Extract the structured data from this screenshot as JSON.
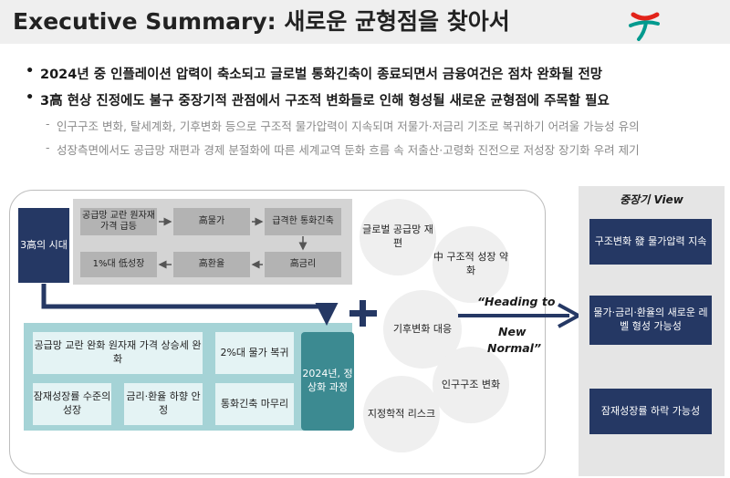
{
  "header": {
    "title": "Executive Summary: 새로운 균형점을 찾아서"
  },
  "bullets": [
    "2024년 중 인플레이션 압력이 축소되고 글로벌 통화긴축이 종료되면서 금융여건은 점차 완화될 전망",
    "3高 현상 진정에도 불구 중장기적 관점에서 구조적 변화들로 인해 형성될 새로운 균형점에 주목할 필요"
  ],
  "sub_bullets": [
    "인구구조 변화, 탈세계화, 기후변화 등으로 구조적 물가압력이 지속되며 저물가·저금리 기조로 복귀하기 어려울 가능성 유의",
    "성장측면에서도 공급망 재편과 경제 분절화에 따른 세계교역 둔화 흐름 속 저출산·고령화 진전으로 저성장 장기화 우려 제기"
  ],
  "diagram": {
    "era": "3高의 시대",
    "cycle": {
      "supply": "공급망 교란 원자재 가격 급등",
      "high_price": "高물가",
      "tightening": "급격한 통화긴축",
      "high_rate": "高금리",
      "high_fx": "高환율",
      "low_growth": "1%대 低성장"
    },
    "normalization": {
      "supply_ease": "공급망 교란 완화 원자재 가격 상승세 완화",
      "inflation": "2%대 물가 복귀",
      "potential_growth": "잠재성장률 수준의 성장",
      "rates_stable": "금리·환율 하향 안정",
      "end_tightening": "통화긴축 마무리",
      "process": "2024년, 정상화 과정"
    },
    "factors": [
      "글로벌 공급망 재편",
      "中 구조적 성장 약화",
      "기후변화 대응",
      "인구구조 변화",
      "지정학적 리스크"
    ],
    "heading_line1": "“Heading to",
    "heading_line2": "New",
    "heading_line3": "Normal”",
    "view": {
      "title": "중장기 View",
      "items": [
        "구조변화 發 물가압력 지속",
        "물가·금리·환율의 새로운 레벨 형성 가능성",
        "잠재성장률 하락 가능성"
      ]
    }
  },
  "colors": {
    "navy": "#253864",
    "teal_panel": "#a5d3d6",
    "teal_box": "#3c8a91",
    "logo_red": "#e2231a",
    "logo_teal": "#009a8e"
  }
}
